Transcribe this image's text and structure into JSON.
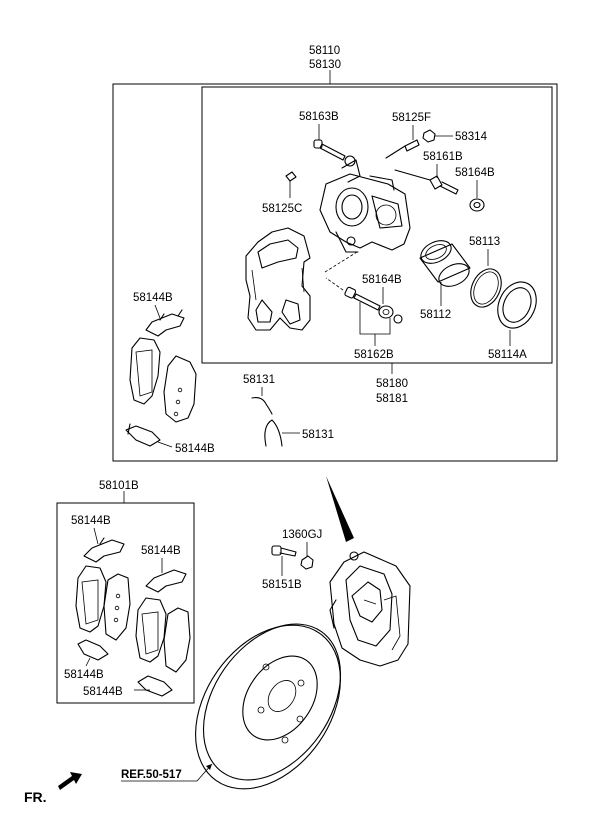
{
  "labels": {
    "caliper_assy_1": "58110",
    "caliper_assy_2": "58130",
    "guide_bolt": "58163B",
    "bleeder_screw": "58125F",
    "bleeder_cap": "58314",
    "guide_pin_bolt": "58161B",
    "boot_upper": "58164B",
    "bleeder_cap_left": "58125C",
    "piston_seal": "58113",
    "boot_lower": "58164B",
    "piston": "58112",
    "pad_spring_upper_left": "58144B",
    "guide_pin_kit": "58162B",
    "piston_boot": "58114A",
    "caliper_kit_1": "58180",
    "caliper_kit_2": "58181",
    "anti_squeal_1": "58131",
    "anti_squeal_2": "58131",
    "pad_spring_lower_left": "58144B",
    "pad_kit": "58101B",
    "kit_spring_tl": "58144B",
    "kit_spring_tr": "58144B",
    "kit_spring_bl": "58144B",
    "kit_spring_br": "58144B",
    "mount_bolt": "1360GJ",
    "caliper_bolt": "58151B",
    "ref": "REF.50-517",
    "front": "FR."
  }
}
